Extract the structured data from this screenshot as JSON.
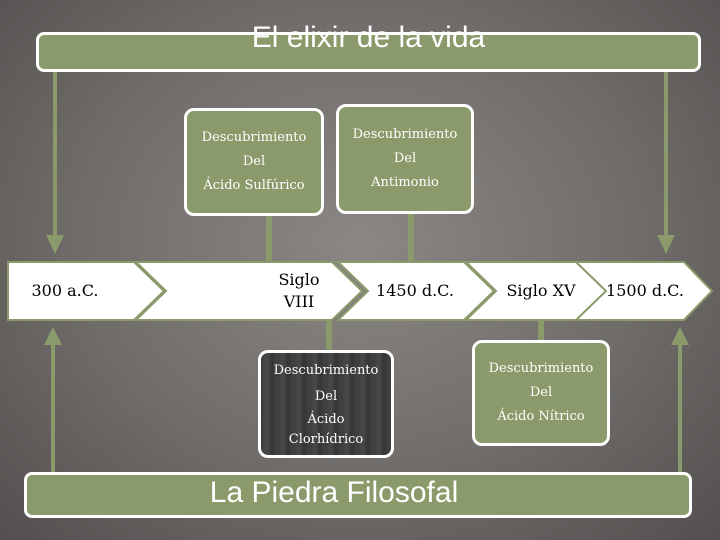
{
  "title": "El elixir de la vida",
  "footer": "La Piedra Filosofal",
  "timeline": [
    {
      "label": "300 a.C."
    },
    {
      "label": "Siglo VIII"
    },
    {
      "label": "1450 d.C."
    },
    {
      "label": "Siglo XV"
    },
    {
      "label": "1500 d.C."
    }
  ],
  "events_above": [
    {
      "lines": [
        "Descubrimiento",
        "Del",
        "Ácido Sulfúrico"
      ]
    },
    {
      "lines": [
        "Descubrimiento",
        "Del",
        "Antimonio"
      ]
    }
  ],
  "events_below": [
    {
      "lines": [
        "Descubrimiento",
        "Del",
        "Ácido",
        "Clorhídrico"
      ]
    },
    {
      "lines": [
        "Descubrimiento",
        "Del",
        "Ácido Nítrico"
      ]
    }
  ],
  "colors": {
    "accent": "#8a9a6a",
    "border": "#ffffff",
    "dark_box": "#3f3e3d"
  }
}
